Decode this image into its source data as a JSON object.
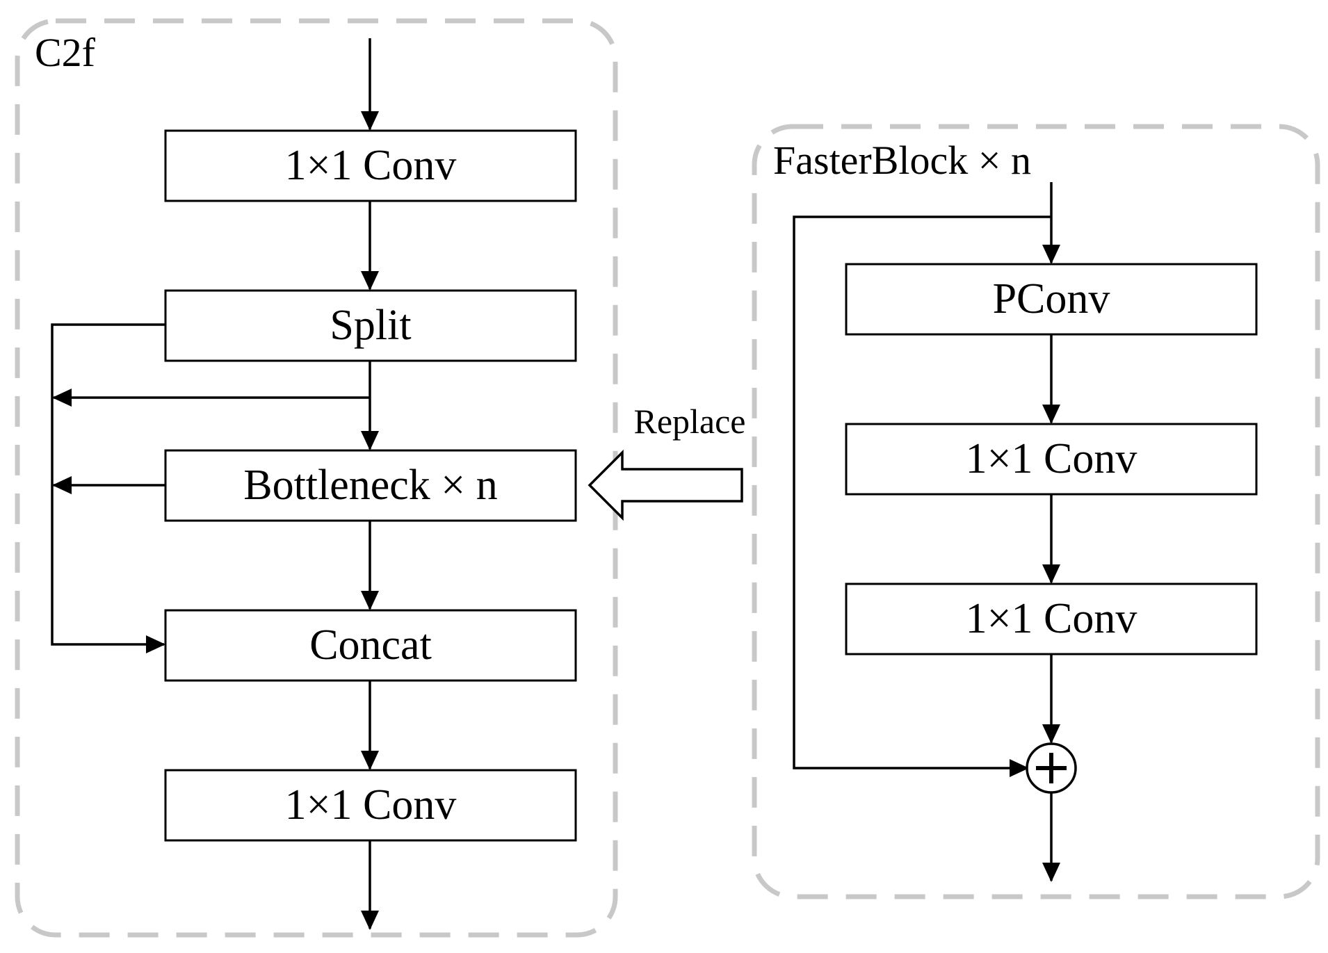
{
  "c2f": {
    "title": "C2f",
    "conv_top": "1×1 Conv",
    "split": "Split",
    "bottleneck": "Bottleneck × n",
    "concat": "Concat",
    "conv_bottom": "1×1 Conv"
  },
  "replace_label": "Replace",
  "faster_block": {
    "title": "FasterBlock × n",
    "pconv": "PConv",
    "conv_1": "1×1 Conv",
    "conv_2": "1×1 Conv"
  }
}
